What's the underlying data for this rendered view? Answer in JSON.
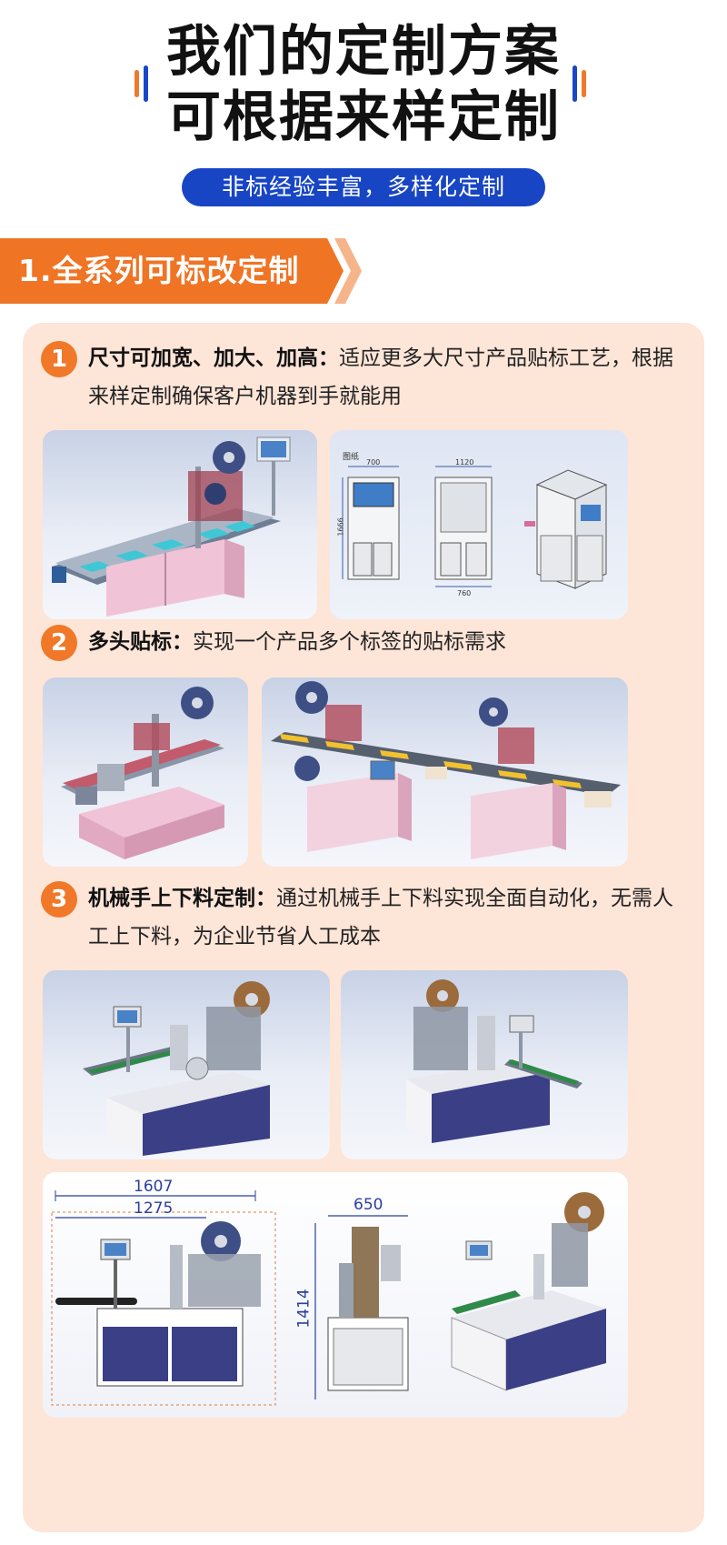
{
  "header": {
    "title_line1": "我们的定制方案",
    "title_line2": "可根据来样定制",
    "subtitle": "非标经验丰富，多样化定制"
  },
  "section": {
    "title": "1.全系列可标改定制"
  },
  "items": [
    {
      "number": "1",
      "label": "尺寸可加宽、加大、加高：",
      "text": "适应更多大尺寸产品贴标工艺，根据来样定制确保客户机器到手就能用"
    },
    {
      "number": "2",
      "label": "多头贴标：",
      "text": "实现一个产品多个标签的贴标需求"
    },
    {
      "number": "3",
      "label": "机械手上下料定制：",
      "text": "通过机械手上下料实现全面自动化，无需人工上下料，为企业节省人工成本"
    }
  ],
  "drawing1": {
    "heading": "图纸",
    "dim_width_front": "700",
    "dim_width_side": "1120",
    "dim_height": "1666",
    "dim_base": "760"
  },
  "drawing3": {
    "dim_total_width": "1607",
    "dim_inner_width": "1275",
    "dim_depth": "650",
    "dim_height": "1414"
  },
  "colors": {
    "orange": "#ef7424",
    "blue": "#1745c4",
    "panel": "#fde5d8"
  }
}
